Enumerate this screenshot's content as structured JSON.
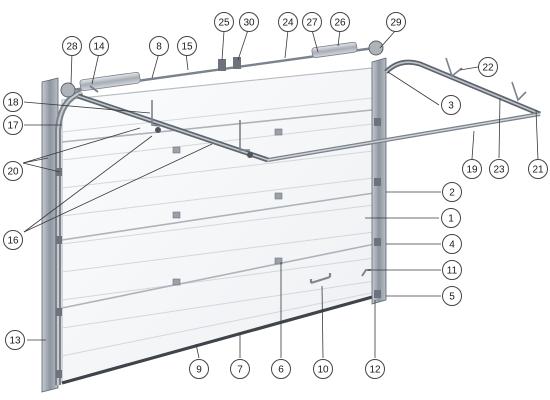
{
  "diagram": {
    "kind": "sectional garage door, exploded/labelled view",
    "callouts": [
      "1",
      "2",
      "3",
      "4",
      "5",
      "6",
      "7",
      "8",
      "9",
      "10",
      "11",
      "12",
      "13",
      "14",
      "15",
      "16",
      "17",
      "18",
      "19",
      "20",
      "21",
      "22",
      "23",
      "24",
      "25",
      "26",
      "27",
      "28",
      "29",
      "30"
    ]
  },
  "colors": {
    "panel_fill": "#f7f8fa",
    "panel_rib": "#d5d8de",
    "frame_steel": "#9aa1ab",
    "frame_dark": "#5d646d",
    "leader": "#3a3a3a",
    "callout_stroke": "#444444",
    "hardware": "#8c939c"
  }
}
